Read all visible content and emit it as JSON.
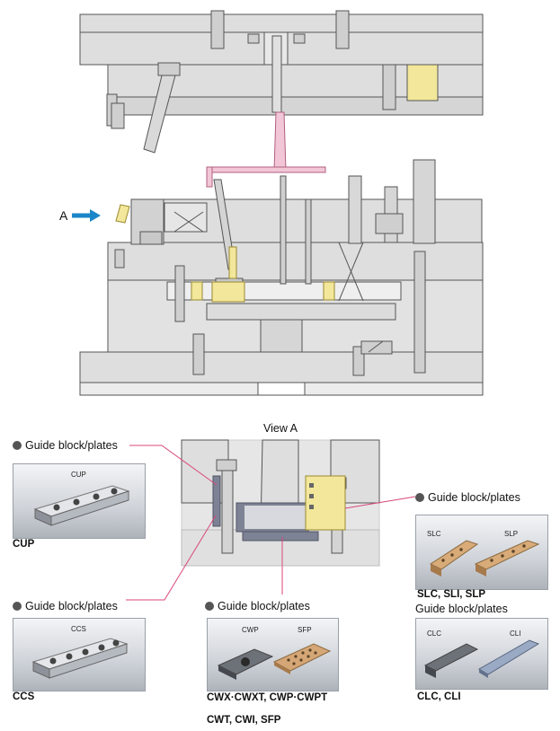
{
  "arrow_label": "A",
  "view_label": "View A",
  "callouts": {
    "top_left": "Guide block/plates",
    "bottom_left": "Guide block/plates",
    "bottom_center": "Guide block/plates",
    "right_upper": "Guide block/plates",
    "right_lower": "Guide block/plates"
  },
  "photos": {
    "cup": {
      "tag": "CUP",
      "caption": "CUP"
    },
    "ccs": {
      "tag": "CCS",
      "caption": "CCS"
    },
    "cwp": {
      "tag1": "CWP",
      "tag2": "SFP",
      "caption1": "CWX·CWXT, CWP·CWPT",
      "caption2": "CWT, CWI, SFP"
    },
    "slc": {
      "tag1": "SLC",
      "tag2": "SLP",
      "caption": "SLC, SLI, SLP"
    },
    "clc": {
      "tag1": "CLC",
      "tag2": "CLI",
      "caption": "CLC, CLI"
    }
  },
  "colors": {
    "plate": "#dedede",
    "outline": "#555555",
    "guide_gold": "#f2e79a",
    "guide_dark": "#7d8294",
    "runner_pink": "#f2c6d6",
    "arrow_blue": "#1a86c8",
    "leader_pink": "#d9477d"
  }
}
